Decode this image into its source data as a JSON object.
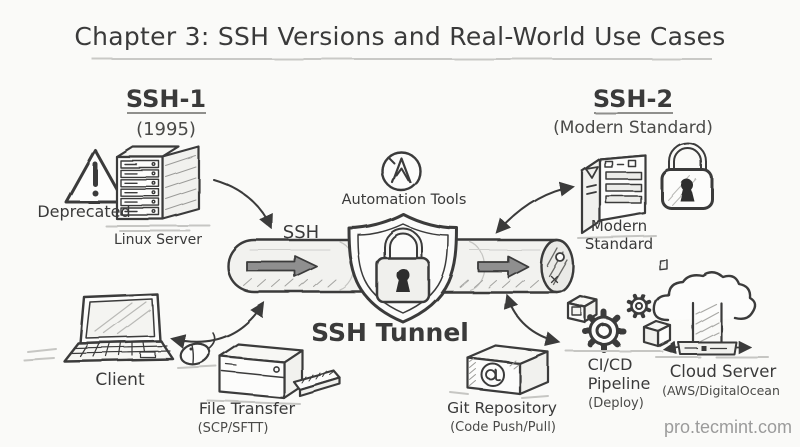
{
  "title": "Chapter 3: SSH Versions and Real-World Use Cases",
  "watermark": "pro.tecmint.com",
  "ssh1": {
    "heading": "SSH-1",
    "year": "(1995)",
    "warning": "Deprecated",
    "server_label": "Linux Server"
  },
  "ssh2": {
    "heading": "SSH-2",
    "subtitle": "(Modern Standard)",
    "server_label_line1": "Modern",
    "server_label_line2": "Standard"
  },
  "center": {
    "ssh_label": "SSH",
    "tunnel_label": "SSH Tunnel",
    "automation_label": "Automation Tools"
  },
  "client": {
    "label": "Client"
  },
  "file_transfer": {
    "label": "File Transfer",
    "sublabel": "(SCP/SFTT)"
  },
  "git": {
    "label": "Git Repository",
    "sublabel": "(Code Push/Pull)"
  },
  "cicd": {
    "line1": "CI/CD",
    "line2": "Pipeline",
    "sublabel": "(Deploy)"
  },
  "cloud": {
    "label": "Cloud Server",
    "sublabel": "(AWS/DigitalOcean"
  },
  "colors": {
    "ink": "#3a3a3a",
    "background": "#fafaf8",
    "tunnel_fill": "#f2f2ef",
    "arrow_fill": "#8f8f8f",
    "watermark": "#9b9b9b"
  },
  "icons": {
    "warning": "triangle-exclamation",
    "automation": "circle-ansible-a",
    "shield": "shield-with-padlock",
    "padlock": "padlock",
    "cicd": "gears-and-cubes",
    "cloud": "cloud-with-pillar"
  }
}
